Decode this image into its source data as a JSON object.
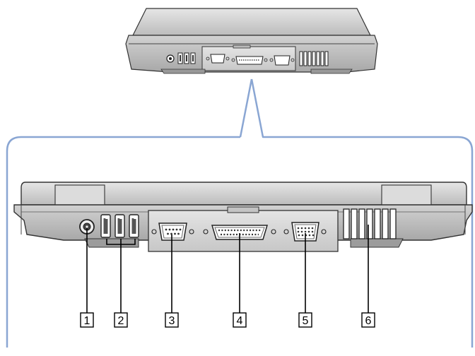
{
  "figure": {
    "frame_color": "#8aa6d3",
    "callouts": [
      {
        "number": "1"
      },
      {
        "number": "2"
      },
      {
        "number": "3"
      },
      {
        "number": "4"
      },
      {
        "number": "5"
      },
      {
        "number": "6"
      }
    ]
  }
}
